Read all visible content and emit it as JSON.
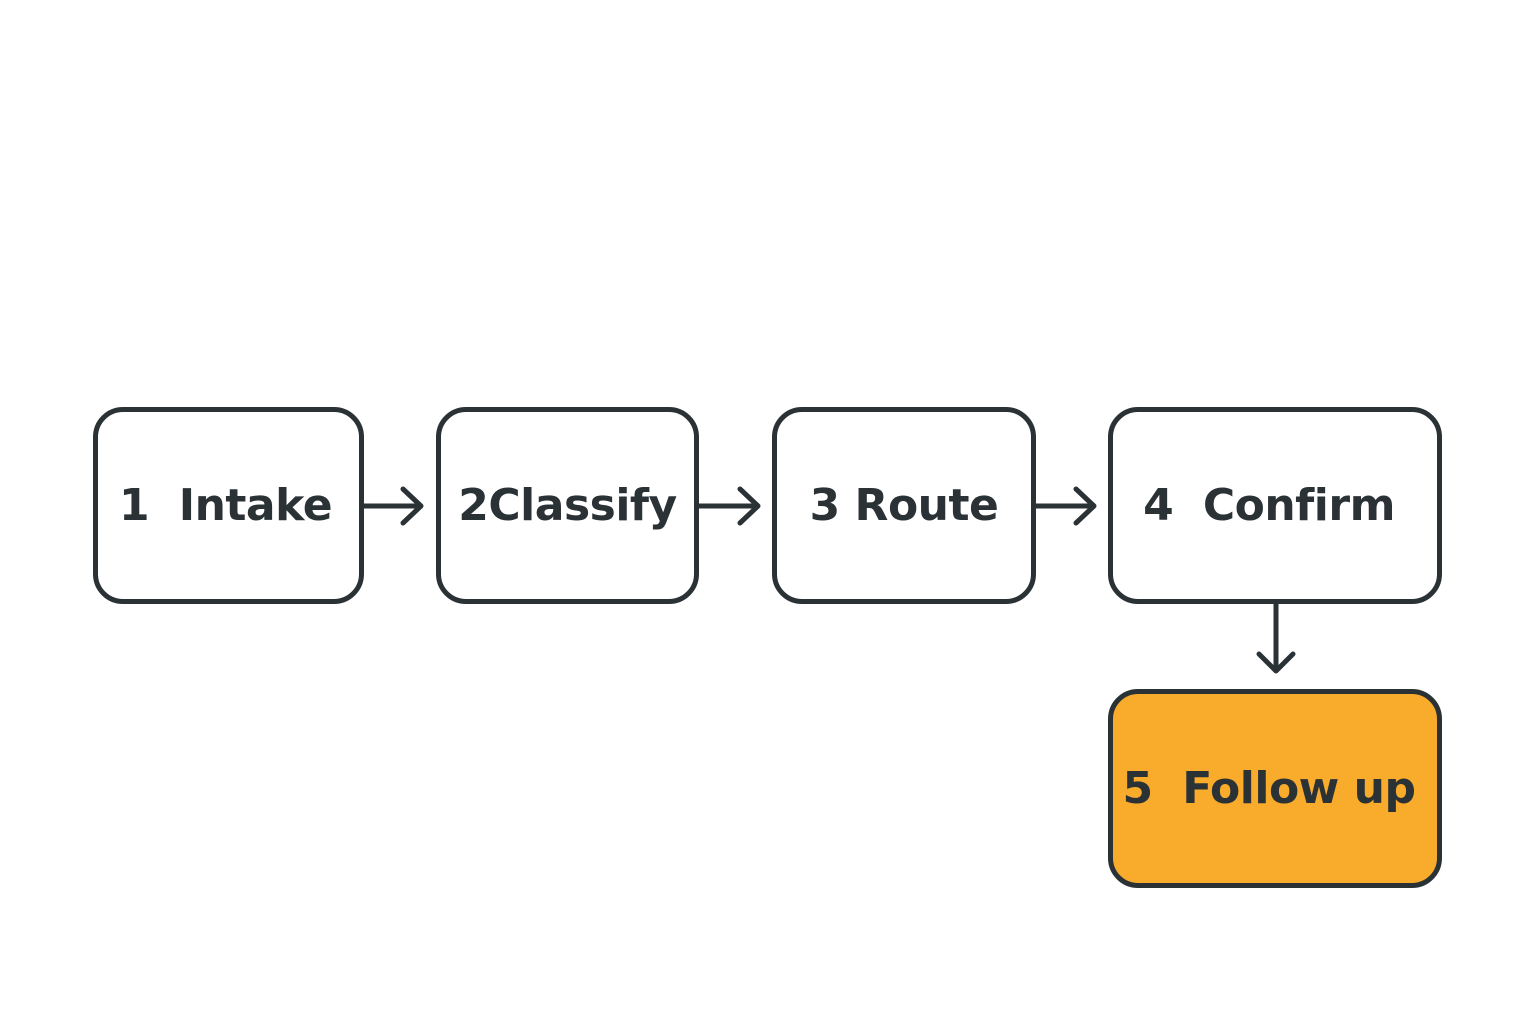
{
  "diagram": {
    "steps": [
      {
        "label": "1  Intake"
      },
      {
        "label": "2Classify"
      },
      {
        "label": "3 Route"
      },
      {
        "label": "4  Confirm"
      },
      {
        "label": "5  Follow up"
      }
    ],
    "colors": {
      "stroke": "#2b3236",
      "box_fill": "#ffffff",
      "highlight_fill": "#f9ab2b",
      "background": "#ffffff"
    }
  }
}
